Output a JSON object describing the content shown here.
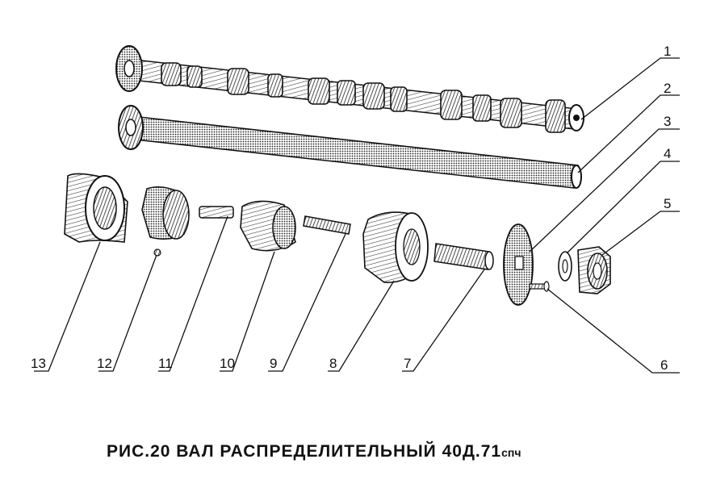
{
  "figure": {
    "caption_main": "РИС.20 ВАЛ РАСПРЕДЕЛИТЕЛЬНЫЙ 40Д.71",
    "caption_suffix": "спч"
  },
  "callouts": [
    "1",
    "2",
    "3",
    "4",
    "5",
    "6",
    "7",
    "8",
    "9",
    "10",
    "11",
    "12",
    "13"
  ],
  "colors": {
    "ink": "#111111",
    "paper": "#ffffff",
    "shade": "#6a6a6a"
  },
  "parts": [
    {
      "id": "1",
      "icon": "camshaft-assembly-icon"
    },
    {
      "id": "2",
      "icon": "hollow-shaft-icon"
    },
    {
      "id": "3",
      "icon": "flange-disk-icon"
    },
    {
      "id": "4",
      "icon": "washer-icon"
    },
    {
      "id": "5",
      "icon": "hex-nut-icon"
    },
    {
      "id": "6",
      "icon": "bolt-icon"
    },
    {
      "id": "7",
      "icon": "threaded-adapter-icon"
    },
    {
      "id": "8",
      "icon": "gear-icon"
    },
    {
      "id": "9",
      "icon": "key-icon"
    },
    {
      "id": "10",
      "icon": "split-bushing-icon"
    },
    {
      "id": "11",
      "icon": "key-icon"
    },
    {
      "id": "12",
      "icon": "bearing-bushing-icon"
    },
    {
      "id": "13",
      "icon": "cam-ring-icon"
    }
  ]
}
